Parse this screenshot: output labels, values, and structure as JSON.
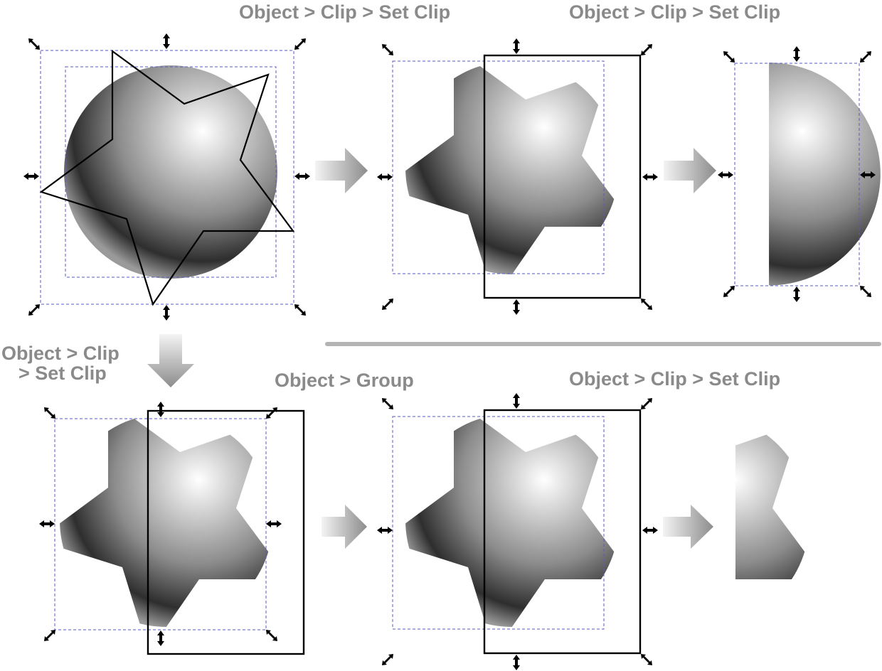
{
  "labels": {
    "top_step1": "Object > Clip > Set Clip",
    "top_step2": "Object > Clip > Set Clip",
    "down_line1": "Object > Clip",
    "down_line2": "> Set Clip",
    "bottom_step1": "Object > Group",
    "bottom_step2": "Object > Clip > Set Clip"
  },
  "colors": {
    "label": "#8a8a8a",
    "bbox_dash": "#5a5ac8",
    "outline": "#000000",
    "divider": "#b4b4b4",
    "arrow_light": "#f2f2f2",
    "arrow_dark": "#8c8c8c"
  },
  "icons": [
    "resize-arrow-icon",
    "arrow-right-icon",
    "arrow-down-icon"
  ]
}
